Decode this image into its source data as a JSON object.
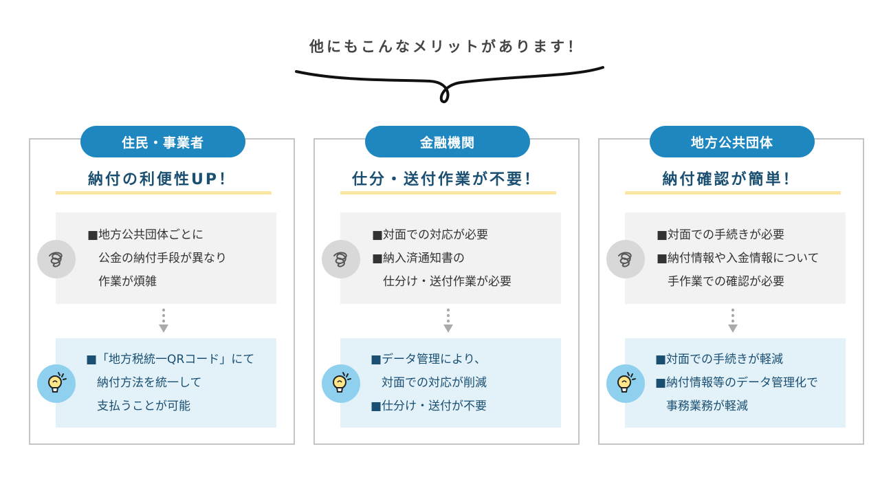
{
  "headline": "他にもこんなメリットがあります！",
  "cards": [
    {
      "tag": "住民・事業者",
      "subtitle": "納付の利便性UP！",
      "problem_lines": [
        "■地方公共団体ごとに",
        "公金の納付手段が異なり",
        "作業が煩雑"
      ],
      "benefit_lines": [
        "■「地方税統一QRコード」にて",
        "納付方法を統一して",
        "支払うことが可能"
      ]
    },
    {
      "tag": "金融機関",
      "subtitle": "仕分・送付作業が不要！",
      "problem_lines": [
        "■対面での対応が必要",
        "■納入済通知書の",
        "仕分け・送付作業が必要"
      ],
      "benefit_lines": [
        "■データ管理により、",
        "対面での対応が削減",
        "■仕分け・送付が不要"
      ]
    },
    {
      "tag": "地方公共団体",
      "subtitle": "納付確認が簡単！",
      "problem_lines": [
        "■対面での手続きが必要",
        "■納付情報や入金情報について",
        "手作業での確認が必要"
      ],
      "benefit_lines": [
        "■対面での手続きが軽減",
        "■納付情報等のデータ管理化で",
        "事務業務が軽減"
      ]
    }
  ],
  "icons": {
    "problem": "tangled-scribble-icon",
    "benefit": "lightbulb-icon",
    "arrow": "dotted-down-arrow-icon"
  },
  "colors": {
    "pill": "#1f87c0",
    "subtitle": "#1a4f72",
    "underline": "#fbe7a3",
    "problem_bg": "#f2f2f2",
    "benefit_bg": "#e3f2f9",
    "card_border": "#c4c4c4"
  }
}
